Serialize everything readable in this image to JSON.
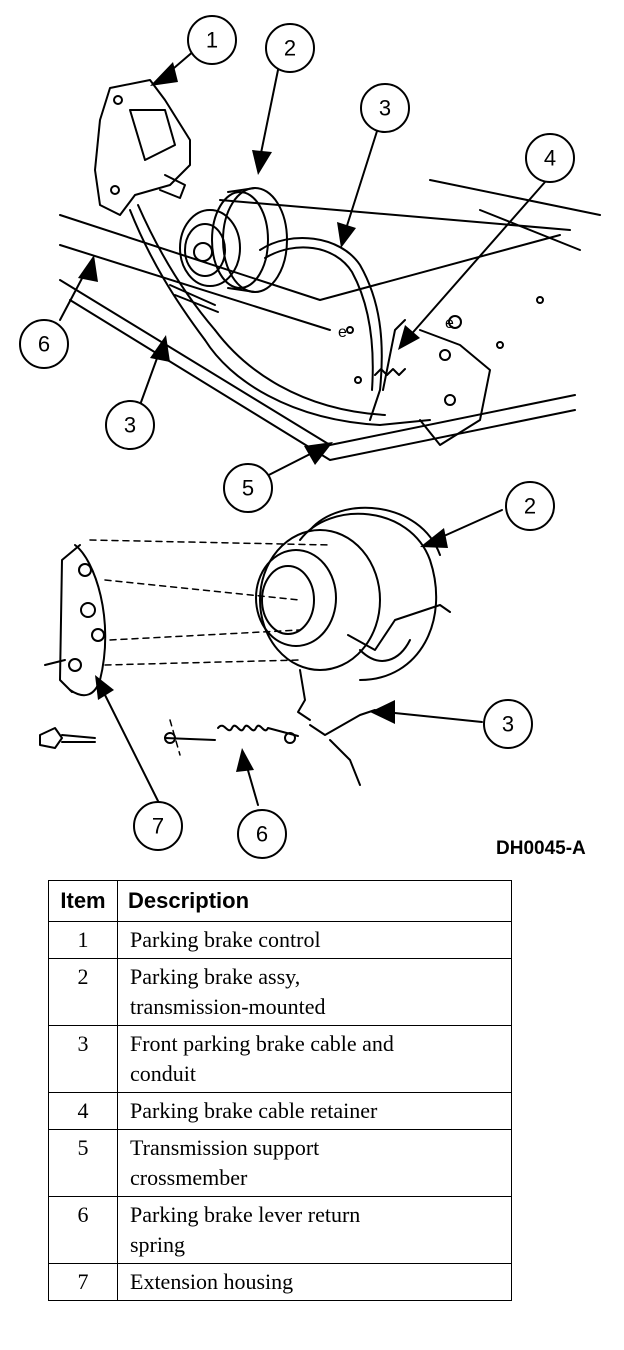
{
  "figure": {
    "id": "DH0045-A",
    "callouts": [
      "1",
      "2",
      "3",
      "4",
      "6",
      "3",
      "5",
      "2",
      "3",
      "7",
      "6"
    ]
  },
  "legend": {
    "header_item": "Item",
    "header_description": "Description",
    "rows": [
      {
        "item": "1",
        "lines": [
          "Parking brake control"
        ]
      },
      {
        "item": "2",
        "lines": [
          "Parking brake assy,",
          "transmission-mounted"
        ]
      },
      {
        "item": "3",
        "lines": [
          "Front parking brake cable and",
          "conduit"
        ]
      },
      {
        "item": "4",
        "lines": [
          "Parking brake cable retainer"
        ]
      },
      {
        "item": "5",
        "lines": [
          "Transmission support",
          "crossmember"
        ]
      },
      {
        "item": "6",
        "lines": [
          "Parking brake lever return",
          "spring"
        ]
      },
      {
        "item": "7",
        "lines": [
          "Extension housing"
        ]
      }
    ]
  }
}
